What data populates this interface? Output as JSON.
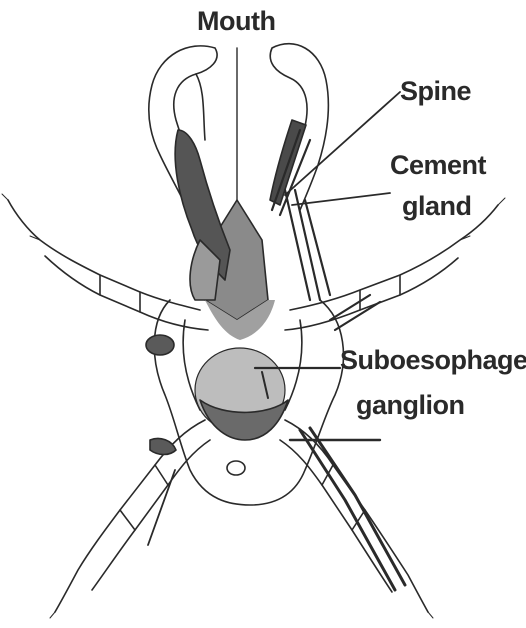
{
  "labels": {
    "mouth": "Mouth",
    "spine": "Spine",
    "cement_line1": "Cement",
    "cement_line2": "gland",
    "subo_line1": "Suboesophagea",
    "subo_line2": "ganglion"
  },
  "colors": {
    "ink": "#2a2a2a",
    "shade_dark": "#5a5a5a",
    "shade_mid": "#9a9a9a",
    "shade_light": "#cfcfcf",
    "background": "#ffffff"
  }
}
